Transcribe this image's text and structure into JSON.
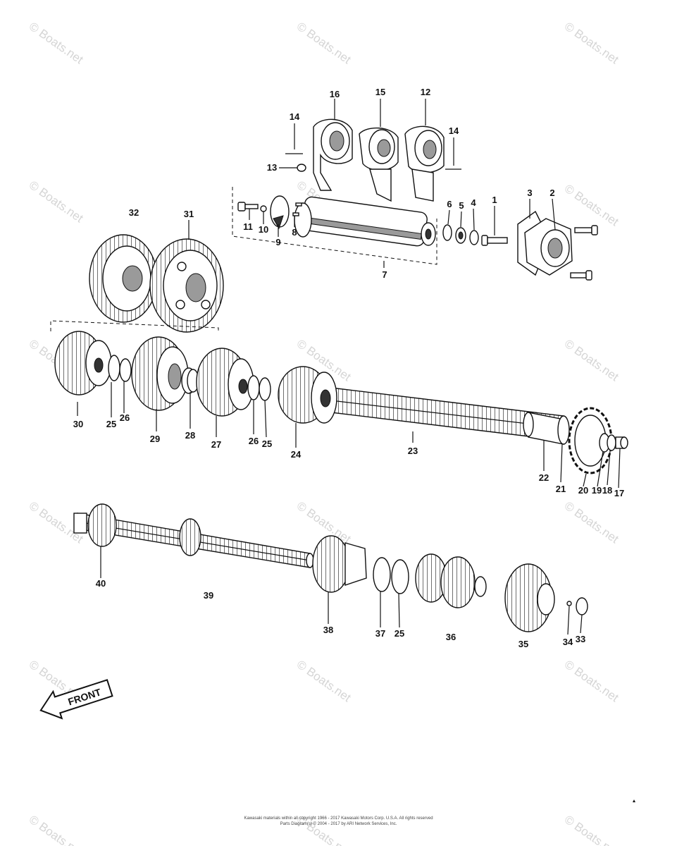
{
  "watermark": "© Boats.net",
  "front_label": "FRONT",
  "callouts": [
    "1",
    "2",
    "3",
    "4",
    "5",
    "6",
    "7",
    "8",
    "9",
    "10",
    "11",
    "12",
    "13",
    "14",
    "15",
    "16",
    "17",
    "18",
    "19",
    "20",
    "21",
    "22",
    "23",
    "24",
    "25",
    "26",
    "27",
    "28",
    "29",
    "30",
    "31",
    "32",
    "33",
    "34",
    "35",
    "36",
    "37",
    "38",
    "39",
    "40"
  ],
  "footer": {
    "line1": "Kawasaki materials within all copyright 1966 - 2017 Kawasaki Motors Corp. U.S.A. All rights reserved",
    "line2": "Parts Diagram(s) © 2004 - 2017 by ARI Network Services, Inc."
  }
}
